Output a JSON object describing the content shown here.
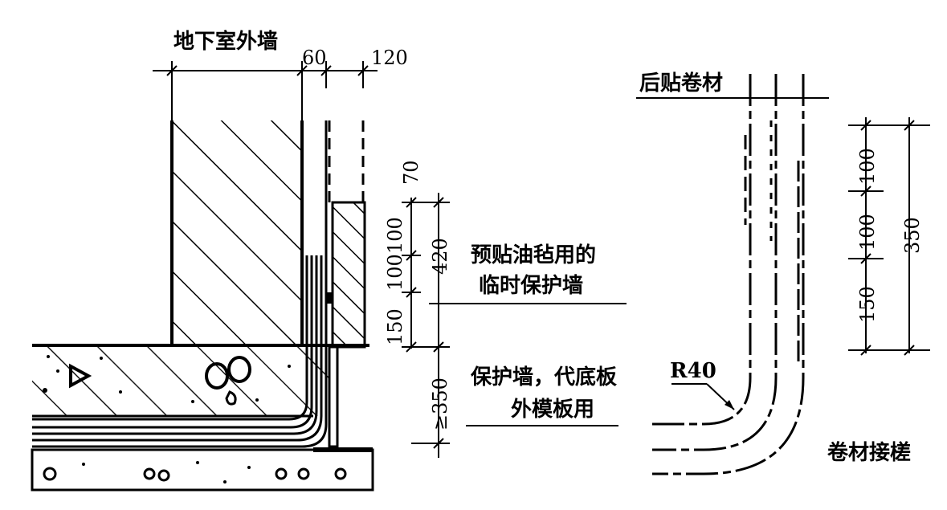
{
  "left_detail": {
    "wall_label": "地下室外墙",
    "dim_60": "60",
    "dim_120": "120",
    "dim_70": "70",
    "dim_100a": "100",
    "dim_100b": "100",
    "dim_150": "150",
    "dim_420": "420",
    "dim_350": "≥350",
    "note_temp_wall_line1": "预贴油毡用的",
    "note_temp_wall_line2": "临时保护墙",
    "note_protect_wall_line1": "保护墙，代底板",
    "note_protect_wall_line2": "外模板用"
  },
  "right_detail": {
    "rear_membrane": "后贴卷材",
    "radius": "R40",
    "dim_100a": "100",
    "dim_100b": "100",
    "dim_150": "150",
    "dim_350": "350",
    "caption": "卷材接槎"
  },
  "colors": {
    "ink": "#000000",
    "paper": "#ffffff"
  }
}
